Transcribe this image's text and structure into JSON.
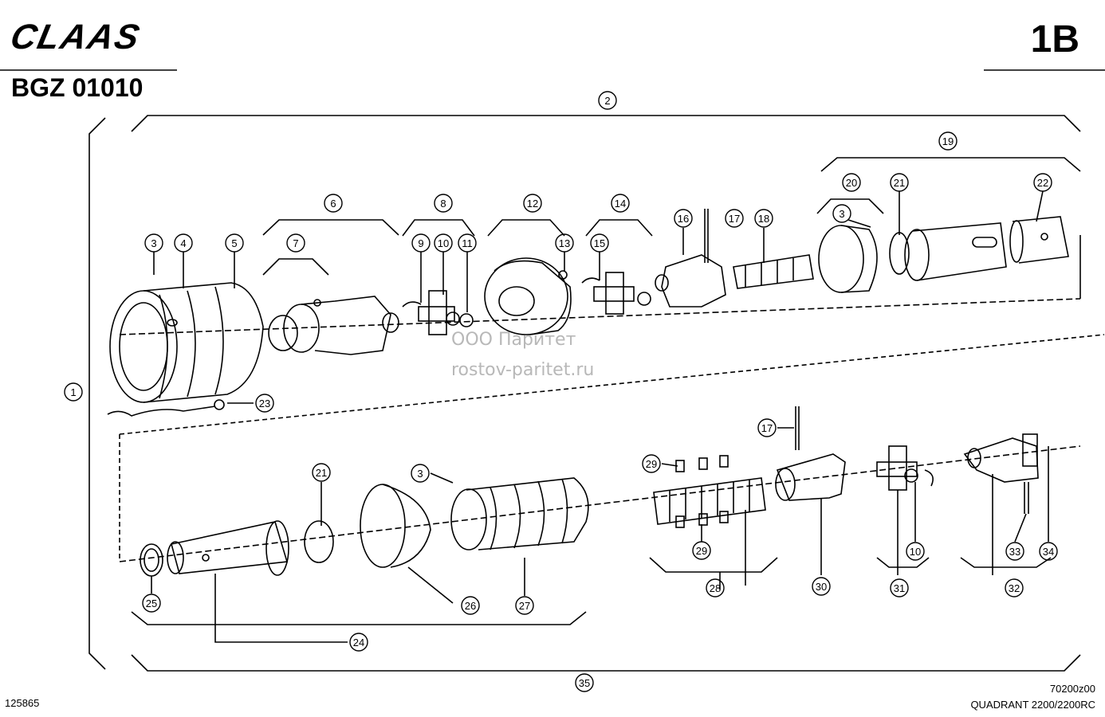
{
  "header": {
    "brand": "CLAAS",
    "part_number": "BGZ 01010",
    "sheet": "1B"
  },
  "footer": {
    "document_number": "125865",
    "drawing_ref": "70200z00",
    "model": "QUADRANT 2200/2200RC"
  },
  "watermark": {
    "company": "ООО Паритет",
    "site": "rostov-paritet.ru"
  },
  "callouts": [
    {
      "id": "c1",
      "label": "1"
    },
    {
      "id": "c2",
      "label": "2"
    },
    {
      "id": "c3a",
      "label": "3"
    },
    {
      "id": "c4",
      "label": "4"
    },
    {
      "id": "c5",
      "label": "5"
    },
    {
      "id": "c6",
      "label": "6"
    },
    {
      "id": "c7",
      "label": "7"
    },
    {
      "id": "c8",
      "label": "8"
    },
    {
      "id": "c9",
      "label": "9"
    },
    {
      "id": "c10a",
      "label": "10"
    },
    {
      "id": "c11",
      "label": "11"
    },
    {
      "id": "c12",
      "label": "12"
    },
    {
      "id": "c13",
      "label": "13"
    },
    {
      "id": "c14",
      "label": "14"
    },
    {
      "id": "c15",
      "label": "15"
    },
    {
      "id": "c16",
      "label": "16"
    },
    {
      "id": "c17a",
      "label": "17"
    },
    {
      "id": "c18",
      "label": "18"
    },
    {
      "id": "c19",
      "label": "19"
    },
    {
      "id": "c20",
      "label": "20"
    },
    {
      "id": "c3b",
      "label": "3"
    },
    {
      "id": "c21a",
      "label": "21"
    },
    {
      "id": "c22",
      "label": "22"
    },
    {
      "id": "c23",
      "label": "23"
    },
    {
      "id": "c17b",
      "label": "17"
    },
    {
      "id": "c29a",
      "label": "29"
    },
    {
      "id": "c21b",
      "label": "21"
    },
    {
      "id": "c3c",
      "label": "3"
    },
    {
      "id": "c25",
      "label": "25"
    },
    {
      "id": "c24",
      "label": "24"
    },
    {
      "id": "c26",
      "label": "26"
    },
    {
      "id": "c27",
      "label": "27"
    },
    {
      "id": "c29b",
      "label": "29"
    },
    {
      "id": "c28",
      "label": "28"
    },
    {
      "id": "c30",
      "label": "30"
    },
    {
      "id": "c10b",
      "label": "10"
    },
    {
      "id": "c31",
      "label": "31"
    },
    {
      "id": "c33",
      "label": "33"
    },
    {
      "id": "c34",
      "label": "34"
    },
    {
      "id": "c32",
      "label": "32"
    },
    {
      "id": "c35",
      "label": "35"
    }
  ]
}
